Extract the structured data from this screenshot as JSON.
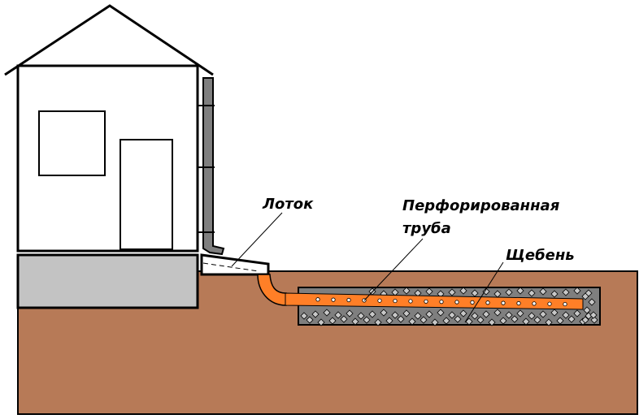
{
  "diagram": {
    "title": "",
    "labels": {
      "tray": "Лоток",
      "perforated_pipe_line1": "Перфорированная",
      "perforated_pipe_line2": "труба",
      "gravel": "Щебень"
    },
    "colors": {
      "soil": "#b77a57",
      "foundation": "#c3c3c3",
      "downspout": "#7f7f7f",
      "gravel_bed": "#7f7f7f",
      "gravel_stone": "#c8c8c8",
      "pipe": "#ff7f27",
      "pipe_hole": "#ffffff",
      "outline": "#000000",
      "background": "#ffffff"
    },
    "components": [
      "house",
      "roof",
      "window",
      "door",
      "foundation",
      "downspout",
      "tray",
      "elbow-pipe",
      "perforated-pipe",
      "gravel-bed",
      "soil"
    ]
  }
}
